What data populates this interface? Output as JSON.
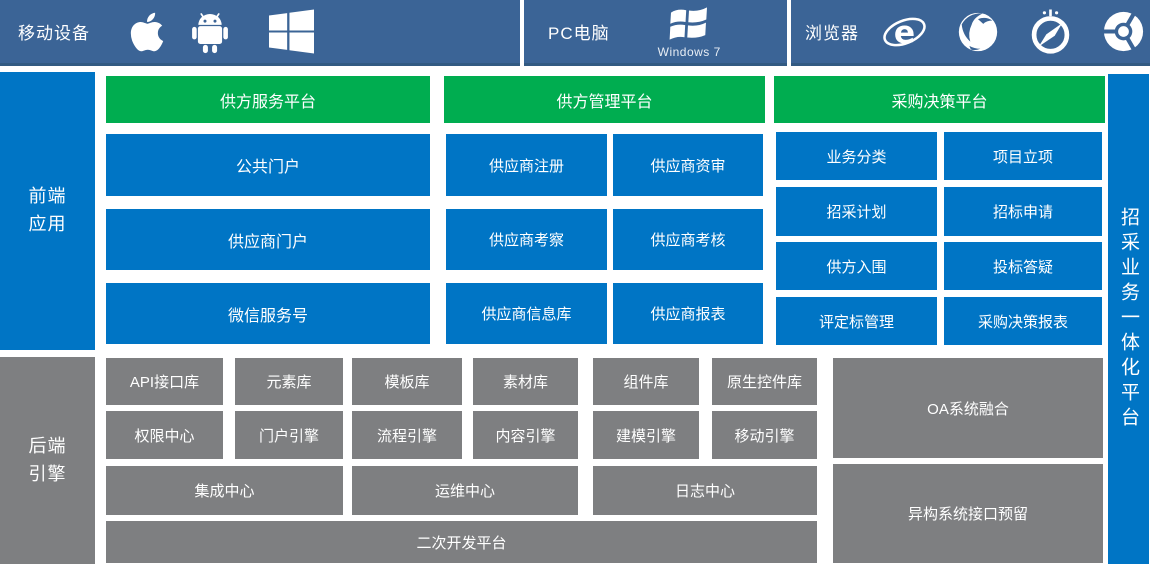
{
  "colors": {
    "topbar_blue": "#3b6496",
    "module_blue": "#0075c5",
    "platform_green": "#00ad50",
    "backend_gray": "#7e7f81",
    "text": "#ffffff"
  },
  "topbar": {
    "sections": [
      {
        "label": "移动设备",
        "icons": [
          "apple-icon",
          "android-icon",
          "windows-icon"
        ]
      },
      {
        "label": "PC电脑",
        "icons": [
          "windows7-icon"
        ],
        "caption": "Windows 7"
      },
      {
        "label": "浏览器",
        "icons": [
          "ie-icon",
          "firefox-icon",
          "safari-icon",
          "chrome-icon"
        ]
      }
    ]
  },
  "frontend": {
    "side_label_lines": [
      "前端",
      "应用"
    ],
    "platforms": [
      {
        "title": "供方服务平台",
        "items": [
          "公共门户",
          "供应商门户",
          "微信服务号"
        ]
      },
      {
        "title": "供方管理平台",
        "items": [
          "供应商注册",
          "供应商资审",
          "供应商考察",
          "供应商考核",
          "供应商信息库",
          "供应商报表"
        ]
      },
      {
        "title": "采购决策平台",
        "items": [
          "业务分类",
          "项目立项",
          "招采计划",
          "招标申请",
          "供方入围",
          "投标答疑",
          "评定标管理",
          "采购决策报表"
        ]
      }
    ]
  },
  "backend": {
    "side_label_lines": [
      "后端",
      "引擎"
    ],
    "row1": [
      "API接口库",
      "元素库",
      "模板库",
      "素材库",
      "组件库",
      "原生控件库"
    ],
    "row2": [
      "权限中心",
      "门户引擎",
      "流程引擎",
      "内容引擎",
      "建模引擎",
      "移动引擎"
    ],
    "row3": [
      "集成中心",
      "运维中心",
      "日志中心"
    ],
    "row4": [
      "二次开发平台"
    ],
    "right_boxes": [
      "OA系统融合",
      "异构系统接口预留"
    ]
  },
  "right_bar": {
    "label": "招采业务一体化平台"
  }
}
